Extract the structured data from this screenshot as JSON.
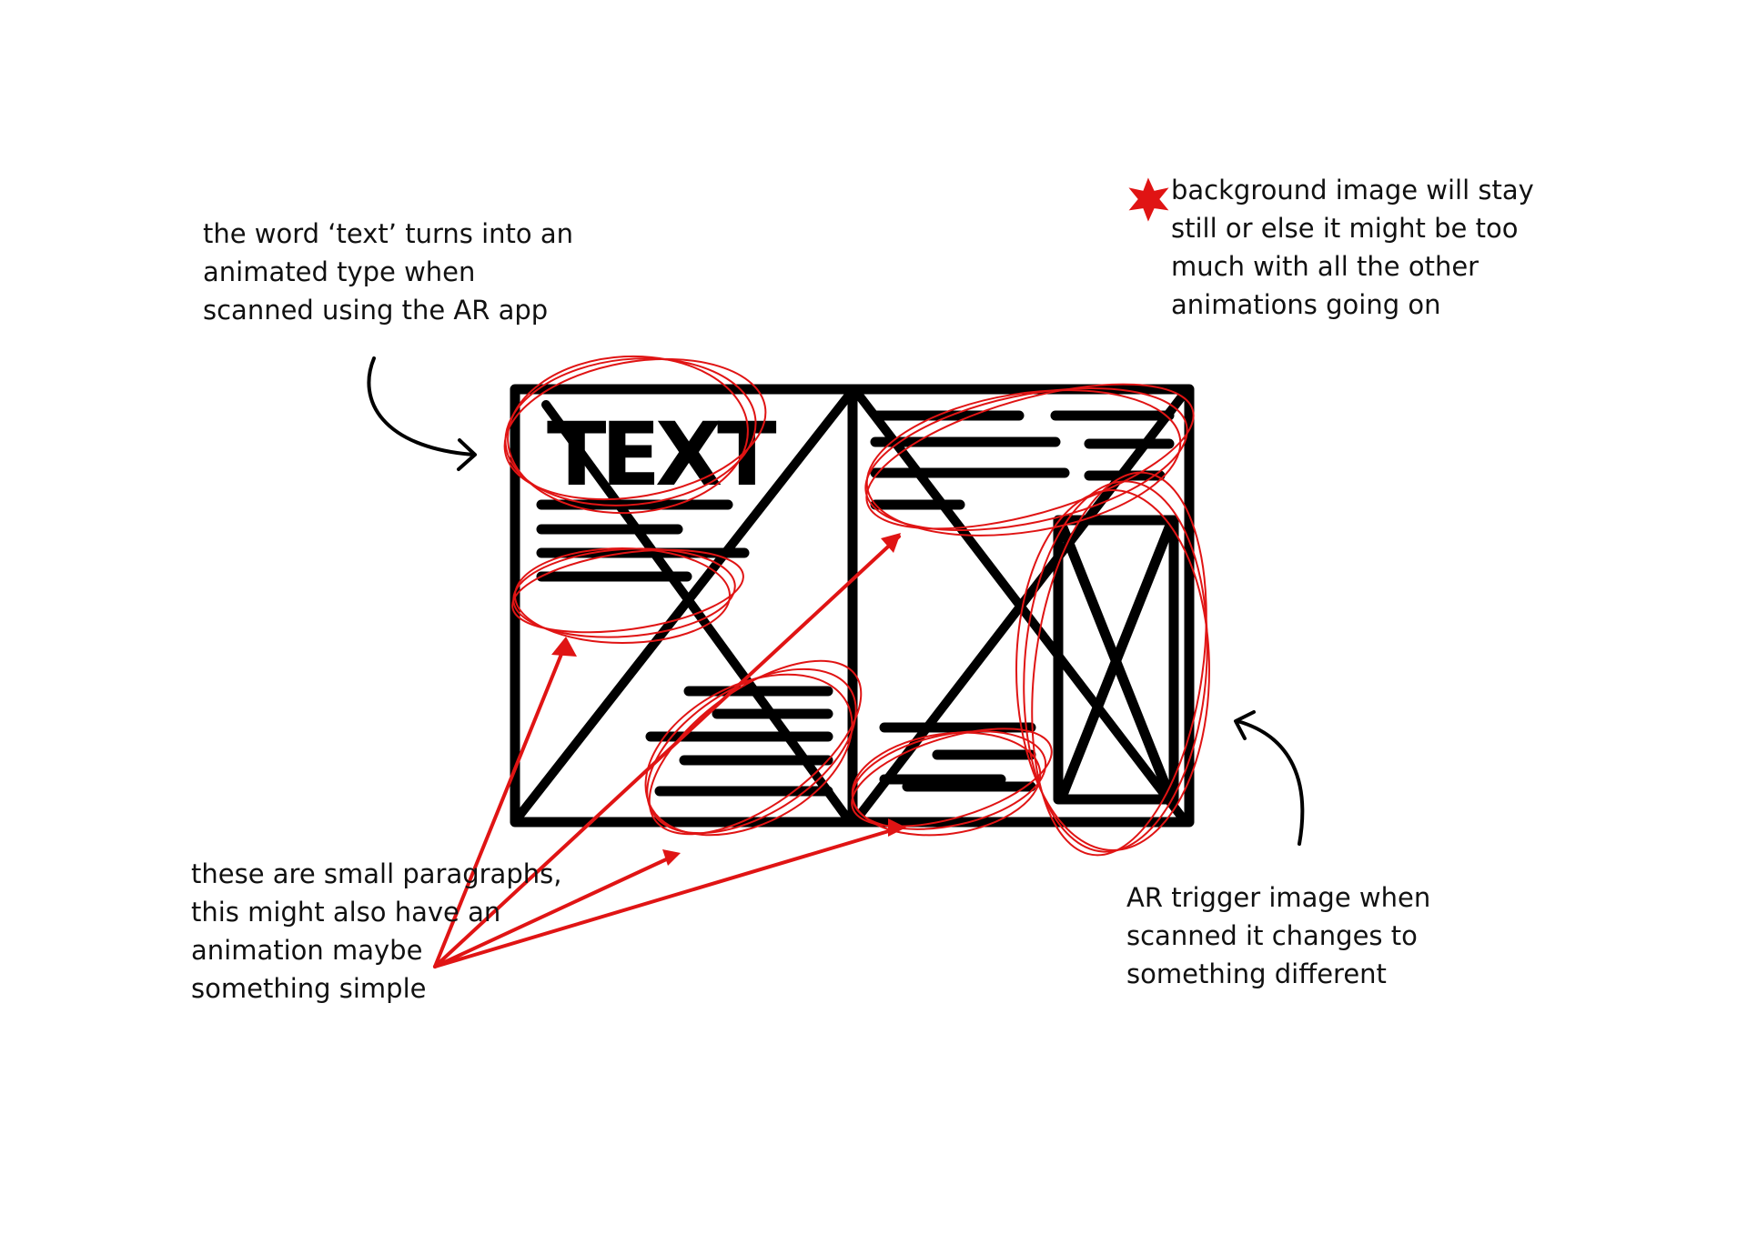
{
  "annotations": {
    "text_animation": [
      "the word ‘text’ turns into an",
      "animated type when",
      "scanned using the AR app"
    ],
    "background": [
      "background image will stay",
      "still or else it might be too",
      "much with all the other",
      "animations going on"
    ],
    "paragraphs": [
      "these are small paragraphs,",
      "this might also have an",
      "animation maybe",
      "something simple"
    ],
    "trigger": [
      "AR trigger image when",
      "scanned it changes to",
      "something different"
    ]
  },
  "wireframe": {
    "heading_word": "TEXT"
  },
  "colors": {
    "ink": "#000000",
    "annotation_red": "#e01414",
    "background": "#ffffff"
  },
  "icons": {
    "asterisk": "red-star-icon"
  }
}
